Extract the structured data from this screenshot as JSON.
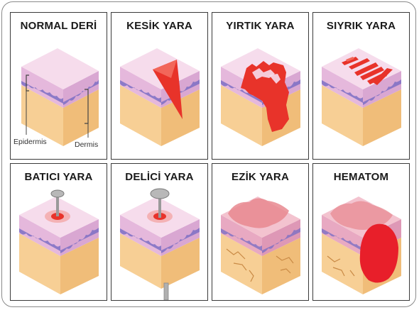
{
  "panels": [
    {
      "title": "NORMAL DERİ"
    },
    {
      "title": "KESİK YARA"
    },
    {
      "title": "YIRTIK YARA"
    },
    {
      "title": "SIYRIK YARA"
    },
    {
      "title": "BATICI YARA"
    },
    {
      "title": "DELİCİ YARA"
    },
    {
      "title": "EZİK YARA"
    },
    {
      "title": "HEMATOM"
    }
  ],
  "labels": {
    "epidermis": "Epidermis",
    "dermis": "Dermis"
  },
  "colors": {
    "skin_top": "#f6dcec",
    "epidermis": "#e5b8dc",
    "epidermis_border": "#7c6fc4",
    "dermis": "#f7cf95",
    "dermis_side": "#f0bd79",
    "wound": "#e8332a"
  }
}
